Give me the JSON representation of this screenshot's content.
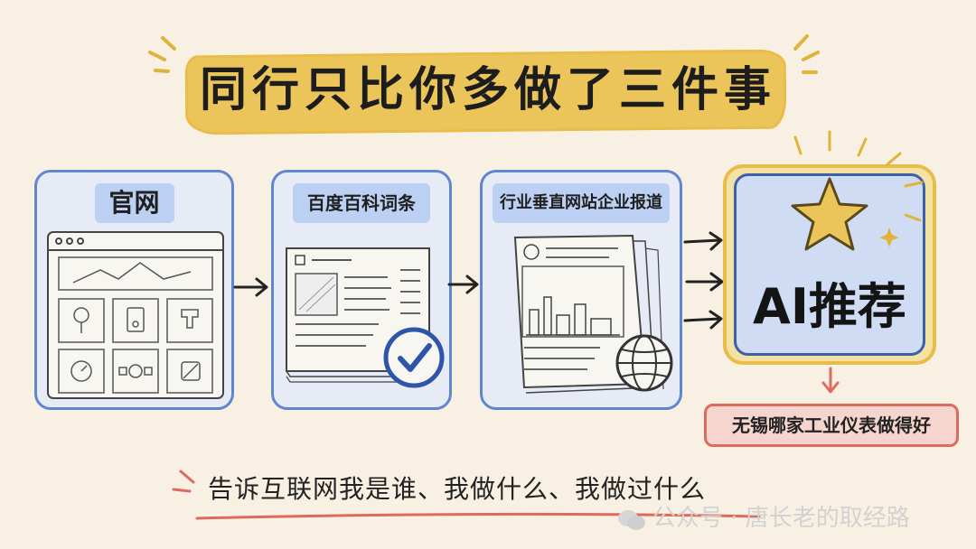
{
  "title": "同行只比你多做了三件事",
  "steps": [
    {
      "label": "官网"
    },
    {
      "label": "百度百科词条"
    },
    {
      "label": "行业垂直网站企业报道"
    }
  ],
  "result": {
    "label": "AI推荐"
  },
  "query": "无锡哪家工业仪表做得好",
  "tagline": "告诉互联网我是谁、我做什么、我做过什么",
  "watermark": "公众号 · 唐长老的取经路",
  "colors": {
    "background": "#f8f1e3",
    "title_highlight": "#ecc55a",
    "card_border": "#5f86cf",
    "card_fill": "#e6ebf6",
    "ai_glow": "#e7bd4a",
    "query_border": "#de6a5f",
    "check_blue": "#2f55a8"
  },
  "icons": [
    "star-icon",
    "checkmark-icon",
    "globe-icon",
    "arrow-right-icon",
    "arrow-down-icon",
    "wechat-logo-icon"
  ]
}
